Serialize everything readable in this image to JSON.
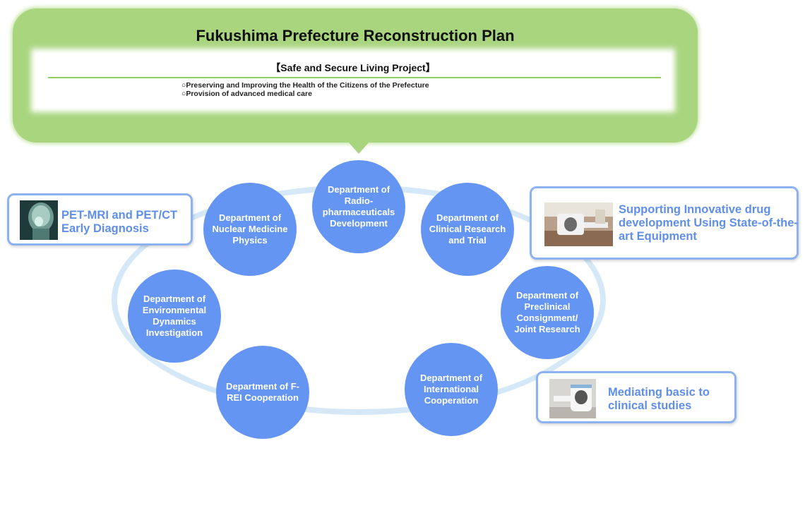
{
  "header": {
    "title": "Fukushima Prefecture Reconstruction Plan",
    "project_title": "【Safe and Secure Living Project】",
    "bullets": [
      "○Preserving and Improving the Health of the Citizens of the Prefecture",
      "○Provision of advanced medical care"
    ]
  },
  "departments": [
    "Department of Radio-pharmaceuticals Development",
    "Department of Nuclear Medicine Physics",
    "Department of Clinical Research and Trial",
    "Department of Environmental Dynamics Investigation",
    "Department of Preclinical Consignment/ Joint Research",
    "Department of F-REI Cooperation",
    "Department of International Cooperation"
  ],
  "features": {
    "pet": "PET-MRI and PET/CT Early Diagnosis",
    "drug": "Supporting Innovative drug development Using State-of-the-art Equipment",
    "clinical": "Mediating basic to clinical studies"
  },
  "colors": {
    "banner": "#a9d57f",
    "department": "#6495f3",
    "ring": "#d4e8f8",
    "feature_text": "#5f8fe8",
    "feature_border": "#8cb2f0"
  }
}
